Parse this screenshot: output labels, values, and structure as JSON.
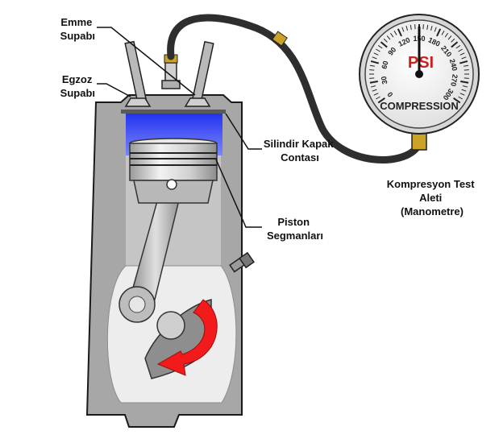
{
  "labels": {
    "intake_valve": [
      "Emme",
      "Supabı"
    ],
    "exhaust_valve": [
      "Egzoz",
      "Supabı"
    ],
    "head_gasket": [
      "Silindir Kapak",
      "Contası"
    ],
    "piston_rings": [
      "Piston",
      "Segmanları"
    ],
    "tester": [
      "Kompresyon Test",
      "Aleti",
      "(Manometre)"
    ]
  },
  "gauge": {
    "unit": "PSI",
    "name": "COMPRESSION",
    "ticks": [
      "0",
      "30",
      "60",
      "90",
      "120",
      "150",
      "180",
      "210",
      "240",
      "270",
      "300"
    ],
    "min": 0,
    "max": 300,
    "value": 150
  },
  "colors": {
    "chamber": "#3b49f0",
    "rotation_arrow": "#f21a1a",
    "hose": "#2e2e2e",
    "fitting": "#c9a227",
    "engine_body": "#a8a8a8",
    "engine_outline": "#1a1a1a"
  }
}
